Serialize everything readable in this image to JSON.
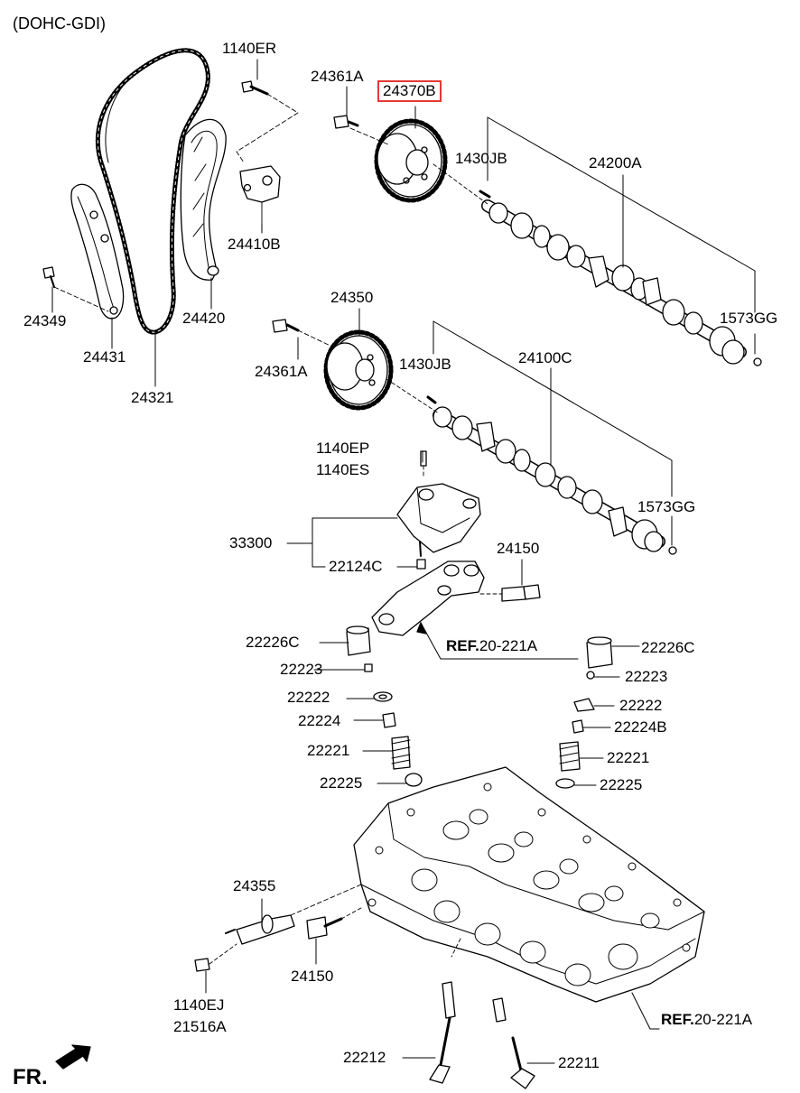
{
  "variant": "(DOHC-GDI)",
  "highlight_color": "#e53935",
  "labels": {
    "p1140ER": "1140ER",
    "p24361A_top": "24361A",
    "p24370B": "24370B",
    "p1430JB_top": "1430JB",
    "p24200A": "24200A",
    "p24410B": "24410B",
    "p24349": "24349",
    "p24420": "24420",
    "p24431": "24431",
    "p24321": "24321",
    "p1573GG_top": "1573GG",
    "p24350": "24350",
    "p24361A_mid": "24361A",
    "p1430JB_mid": "1430JB",
    "p24100C": "24100C",
    "p1140EP": "1140EP",
    "p1140ES": "1140ES",
    "p1573GG_mid": "1573GG",
    "p33300": "33300",
    "p24150_top": "24150",
    "p22124C": "22124C",
    "p22226C_left": "22226C",
    "p22226C_right": "22226C",
    "p22223_left": "22223",
    "p22223_right": "22223",
    "p22222_left": "22222",
    "p22222_right": "22222",
    "p22224": "22224",
    "p22224B": "22224B",
    "p22221_left": "22221",
    "p22221_right": "22221",
    "p22225_left": "22225",
    "p22225_right": "22225",
    "p24355": "24355",
    "p24150_bot": "24150",
    "p1140EJ": "1140EJ",
    "p21516A": "21516A",
    "p22212": "22212",
    "p22211": "22211"
  },
  "refs": {
    "ref1_prefix": "REF.",
    "ref1_code": "20-221A",
    "ref2_prefix": "REF.",
    "ref2_code": "20-221A"
  },
  "fr_label": "FR."
}
